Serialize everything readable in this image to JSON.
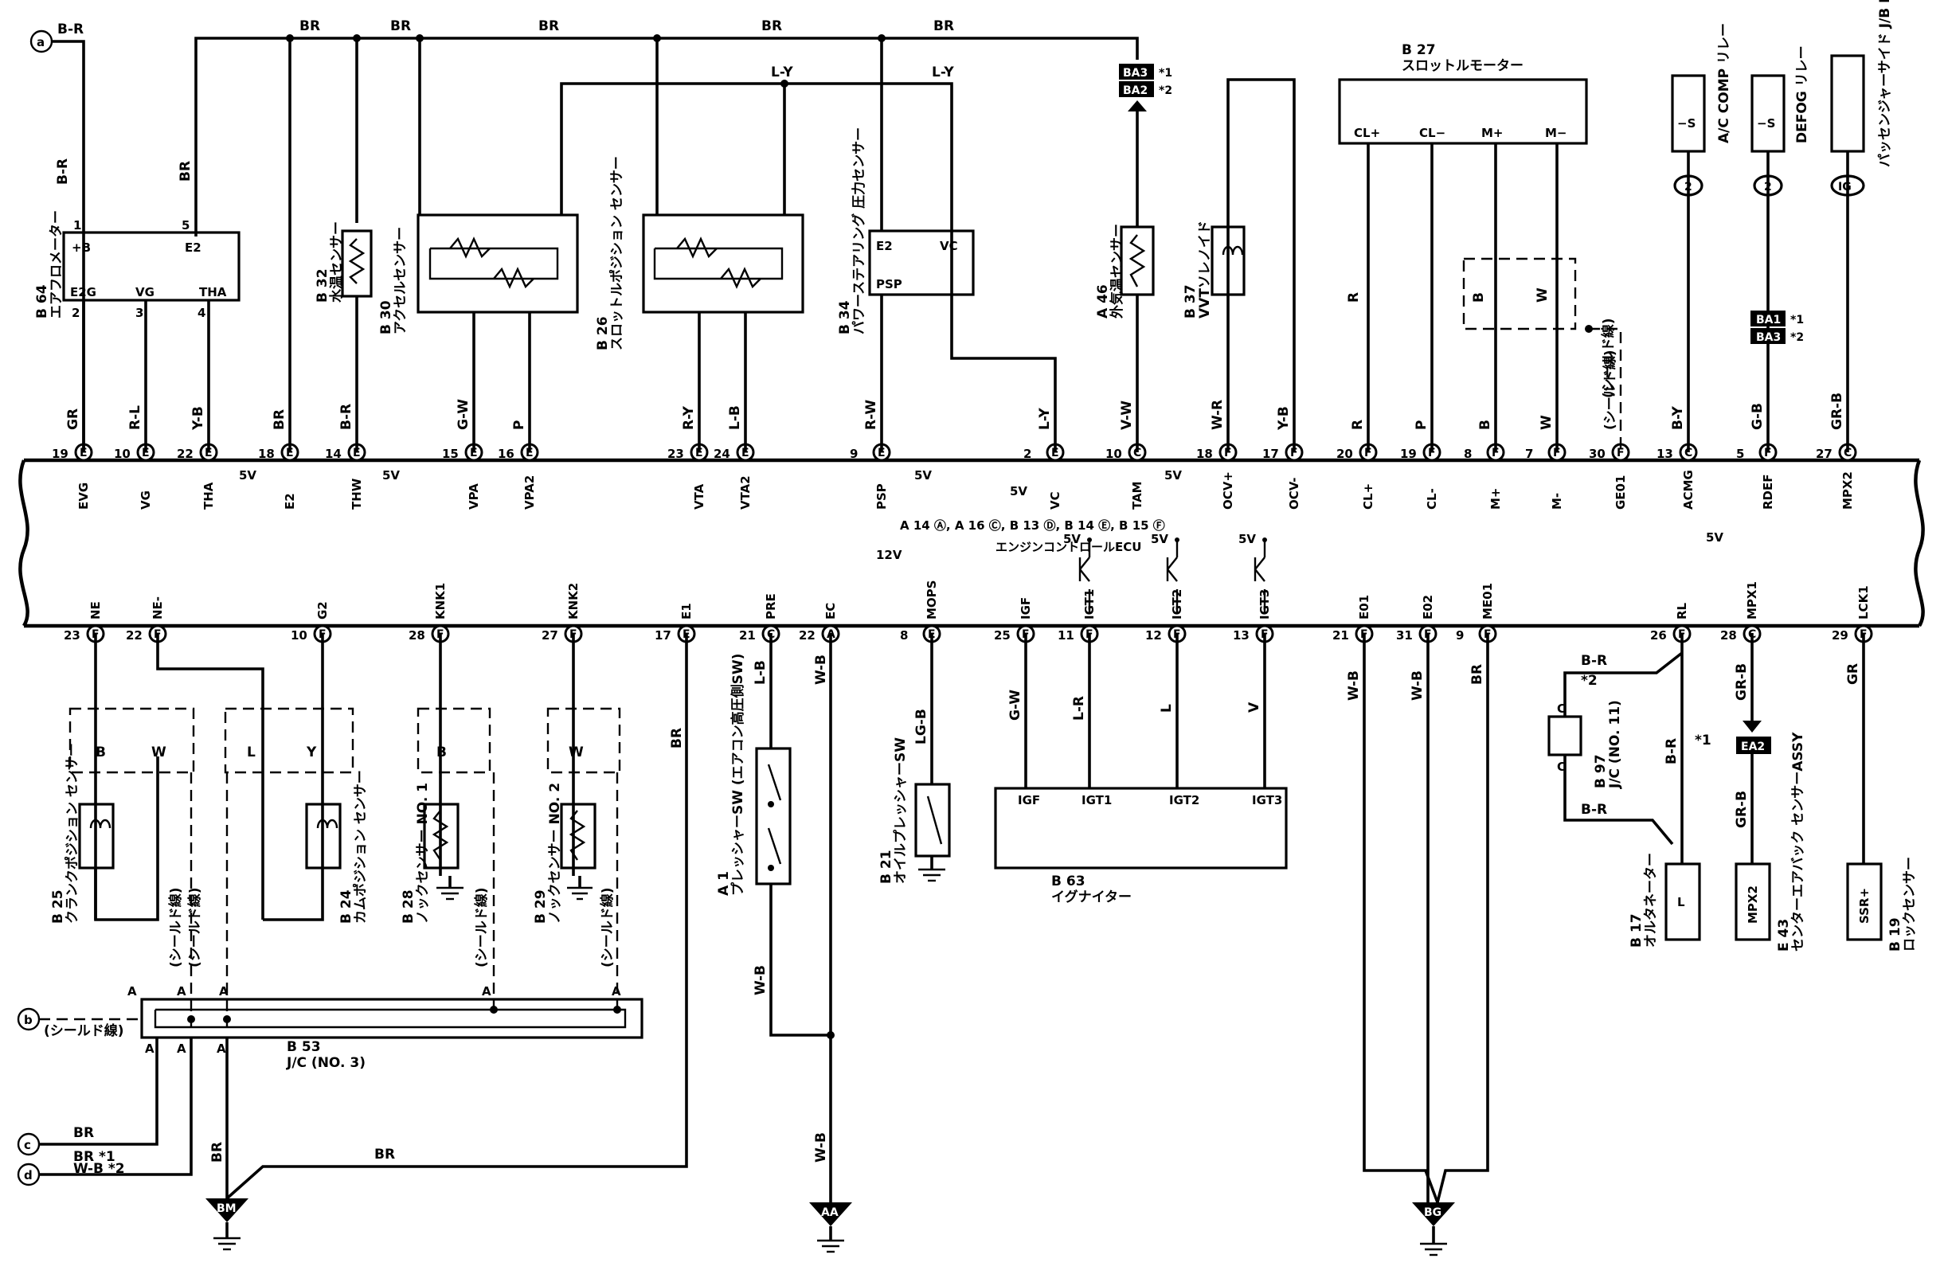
{
  "diagram": {
    "ecu_title": "エンジンコントロールECU",
    "ecu_connectors": [
      "A 14",
      "A",
      "A 16",
      "C",
      "B 13",
      "D",
      "B 14",
      "E",
      "B 15",
      "F"
    ],
    "shield_note": "(シールド線)",
    "ecu_top_terminals": [
      {
        "name": "EVG",
        "pin": "19",
        "conn": "E",
        "wire": "GR"
      },
      {
        "name": "VG",
        "pin": "10",
        "conn": "E",
        "wire": "R-L"
      },
      {
        "name": "THA",
        "pin": "22",
        "conn": "E",
        "wire": "Y-B"
      },
      {
        "name": "E2",
        "pin": "18",
        "conn": "E",
        "wire": "BR"
      },
      {
        "name": "THW",
        "pin": "14",
        "conn": "E",
        "wire": "B-R"
      },
      {
        "name": "VPA",
        "pin": "15",
        "conn": "E",
        "wire": "G-W"
      },
      {
        "name": "VPA2",
        "pin": "16",
        "conn": "E",
        "wire": "P"
      },
      {
        "name": "VTA",
        "pin": "23",
        "conn": "E",
        "wire": "R-Y"
      },
      {
        "name": "VTA2",
        "pin": "24",
        "conn": "E",
        "wire": "L-B"
      },
      {
        "name": "PSP",
        "pin": "9",
        "conn": "E",
        "wire": "R-W"
      },
      {
        "name": "VC",
        "pin": "2",
        "conn": "E",
        "wire": "L-Y"
      },
      {
        "name": "TAM",
        "pin": "10",
        "conn": "C",
        "wire": "V-W"
      },
      {
        "name": "OCV+",
        "pin": "18",
        "conn": "F",
        "wire": "W-R"
      },
      {
        "name": "OCV-",
        "pin": "17",
        "conn": "F",
        "wire": "Y-B"
      },
      {
        "name": "CL+",
        "pin": "20",
        "conn": "F",
        "wire": "R"
      },
      {
        "name": "CL-",
        "pin": "19",
        "conn": "F",
        "wire": "P"
      },
      {
        "name": "M+",
        "pin": "8",
        "conn": "F",
        "wire": "B"
      },
      {
        "name": "M-",
        "pin": "7",
        "conn": "F",
        "wire": "W"
      },
      {
        "name": "GE01",
        "pin": "30",
        "conn": "F",
        "wire": "(シールド線)"
      },
      {
        "name": "ACMG",
        "pin": "13",
        "conn": "C",
        "wire": "B-Y"
      },
      {
        "name": "RDEF",
        "pin": "5",
        "conn": "F",
        "wire": "G-B"
      },
      {
        "name": "MPX2",
        "pin": "27",
        "conn": "C",
        "wire": "GR-B"
      }
    ],
    "ecu_bottom_terminals": [
      {
        "name": "NE",
        "pin": "23",
        "conn": "F"
      },
      {
        "name": "NE-",
        "pin": "22",
        "conn": "F"
      },
      {
        "name": "G2",
        "pin": "10",
        "conn": "F"
      },
      {
        "name": "KNK1",
        "pin": "28",
        "conn": "F"
      },
      {
        "name": "KNK2",
        "pin": "27",
        "conn": "F"
      },
      {
        "name": "E1",
        "pin": "17",
        "conn": "E"
      },
      {
        "name": "PRE",
        "pin": "21",
        "conn": "C"
      },
      {
        "name": "EC",
        "pin": "22",
        "conn": "A"
      },
      {
        "name": "MOPS",
        "pin": "8",
        "conn": "E"
      },
      {
        "name": "IGF",
        "pin": "25",
        "conn": "F"
      },
      {
        "name": "IGT1",
        "pin": "11",
        "conn": "F"
      },
      {
        "name": "IGT2",
        "pin": "12",
        "conn": "F"
      },
      {
        "name": "IGT3",
        "pin": "13",
        "conn": "F"
      },
      {
        "name": "E01",
        "pin": "21",
        "conn": "F"
      },
      {
        "name": "E02",
        "pin": "31",
        "conn": "F"
      },
      {
        "name": "ME01",
        "pin": "9",
        "conn": "F"
      },
      {
        "name": "RL",
        "pin": "26",
        "conn": "F"
      },
      {
        "name": "MPX1",
        "pin": "28",
        "conn": "C"
      },
      {
        "name": "LCK1",
        "pin": "29",
        "conn": "F"
      }
    ],
    "voltage_labels": {
      "v5": "5V",
      "v12": "12V"
    },
    "components": {
      "b64": {
        "id": "B 64",
        "name": "エアフロメーター",
        "p1": "+B",
        "p5": "E2",
        "p2": "E2G",
        "p3": "VG",
        "p4": "THA"
      },
      "b32": {
        "id": "B 32",
        "name": "水温センサー"
      },
      "b30": {
        "id": "B 30",
        "name": "アクセルセンサー"
      },
      "b26": {
        "id": "B 26",
        "name": "スロットルポジション センサー"
      },
      "b34": {
        "id": "B 34",
        "name": "パワーステアリング 圧力センサー",
        "e2": "E2",
        "vc": "VC",
        "psp": "PSP"
      },
      "a46": {
        "id": "A 46",
        "name": "外気温センサー"
      },
      "b37": {
        "id": "B 37",
        "name": "VVTソレノイド"
      },
      "b27": {
        "id": "B 27",
        "name": "スロットルモーター",
        "t1": "CL+",
        "t2": "CL−",
        "t3": "M+",
        "t4": "M−"
      },
      "acrelay": {
        "name": "A/C COMP リレー",
        "term": "−S"
      },
      "defogrelay": {
        "name": "DEFOG リレー",
        "term": "−S"
      },
      "jbecu": {
        "name": "パッセンジャーサイド J/B ECU"
      },
      "b25": {
        "id": "B 25",
        "name": "クランクポジション センサー"
      },
      "b24": {
        "id": "B 24",
        "name": "カムポジション センサー"
      },
      "b28": {
        "id": "B 28",
        "name": "ノックセンサー NO. 1"
      },
      "b29": {
        "id": "B 29",
        "name": "ノックセンサー NO. 2"
      },
      "b53": {
        "id": "B 53",
        "name": "J/C (NO. 3)"
      },
      "a1": {
        "id": "A 1",
        "name": "プレッシャーSW (エアコン高圧側SW)"
      },
      "b21": {
        "id": "B 21",
        "name": "オイルプレッシャーSW"
      },
      "b63": {
        "id": "B 63",
        "name": "イグナイター",
        "t1": "IGF",
        "t2": "IGT1",
        "t3": "IGT2",
        "t4": "IGT3"
      },
      "b97": {
        "id": "B 97",
        "name": "J/C (NO. 11)"
      },
      "b17": {
        "id": "B 17",
        "name": "オルタネーター",
        "term": "L"
      },
      "e43": {
        "id": "E 43",
        "name": "センターエアバック センサーASSY",
        "term": "MPX2"
      },
      "b19": {
        "id": "B 19",
        "name": "ロックセンサー",
        "term": "SSR+"
      }
    },
    "connector_labels": {
      "ba3": "BA3",
      "ba2": "BA2",
      "ba1": "BA1",
      "ea2": "EA2",
      "ig": "IG",
      "n2": "2"
    },
    "ground_labels": {
      "bm": "BM",
      "aa": "AA",
      "bg": "BG"
    },
    "circle_refs": {
      "a": "a",
      "b": "b",
      "c": "c",
      "d": "d"
    },
    "notes": {
      "n1": "*1",
      "n2": "*2"
    },
    "wire_labels_misc": {
      "br": "BR",
      "b_r": "B-R",
      "l_y": "L-Y",
      "w": "W",
      "b": "B",
      "l": "L",
      "y": "Y",
      "v": "V",
      "r": "R",
      "w_b": "W-B",
      "l_b": "L-B",
      "lg_b": "LG-B",
      "g_w": "G-W",
      "l_r": "L-R",
      "gr_b": "GR-B",
      "gr": "GR",
      "g_b": "G-B",
      "c": "C",
      "a_letter": "A"
    }
  }
}
